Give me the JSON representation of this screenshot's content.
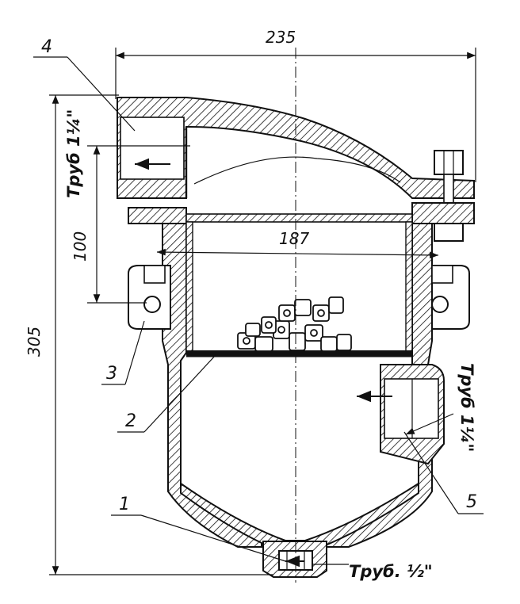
{
  "dimensions": {
    "overall_width": "235",
    "overall_height": "305",
    "inlet_offset": "100",
    "basket_diameter": "187"
  },
  "callouts": {
    "c1": "1",
    "c2": "2",
    "c3": "3",
    "c4": "4",
    "c5": "5"
  },
  "pipes": {
    "inlet": "Труб 1¼\"",
    "outlet": "Труб 1¼\"",
    "drain": "Труб. ½\""
  }
}
